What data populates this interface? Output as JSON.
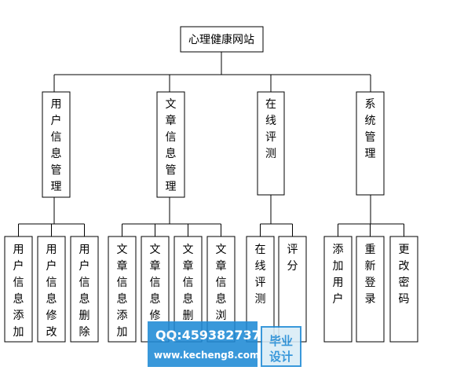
{
  "root": {
    "label": "心理健康网站"
  },
  "modules": [
    {
      "label": "用户信息管理",
      "children": [
        "用户信息添加",
        "用户信息修改",
        "用户信息删除"
      ]
    },
    {
      "label": "文章信息管理",
      "children": [
        "文章信息添加",
        "文章信息修",
        "文章信息删",
        "文章信息浏"
      ]
    },
    {
      "label": "在线评测",
      "children": [
        "在线评测",
        "评分"
      ]
    },
    {
      "label": "系统管理",
      "children": [
        "添加用户",
        "重新登录",
        "更改密码"
      ]
    }
  ],
  "watermark": {
    "qq": "QQ:459382737",
    "url": "www.kecheng8.com",
    "tag_line1": "毕业",
    "tag_line2": "设计"
  }
}
